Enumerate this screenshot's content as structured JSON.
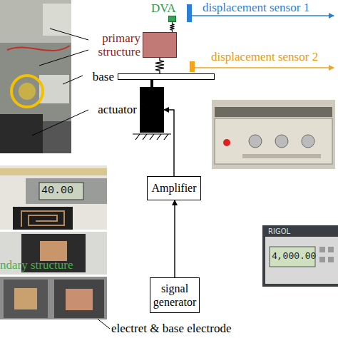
{
  "diagram": {
    "nodes": [
      {
        "text": [
          "DVA"
        ]
      },
      {
        "text": [
          "primary structure"
        ]
      },
      {
        "text": [
          "displacement sensor 1"
        ]
      },
      {
        "text": [
          "displacement sensor 2"
        ]
      },
      {
        "text": [
          "base"
        ]
      },
      {
        "text": [
          "actuator"
        ]
      },
      {
        "text": [
          "Amplifier"
        ]
      },
      {
        "text": [
          "signal generator"
        ]
      }
    ],
    "edges": [
      {
        "from": 0,
        "to": 1,
        "arrow": "none"
      },
      {
        "from": 1,
        "to": 4,
        "arrow": "none"
      },
      {
        "from": 4,
        "to": 5,
        "arrow": "none"
      },
      {
        "from": 7,
        "to": 6,
        "arrow": "to"
      },
      {
        "from": 6,
        "to": 5,
        "arrow": "to"
      }
    ],
    "labels": [
      "40.00",
      "ndary structure",
      "electret & base electrode",
      "4,000.00",
      "RIGOL"
    ]
  }
}
